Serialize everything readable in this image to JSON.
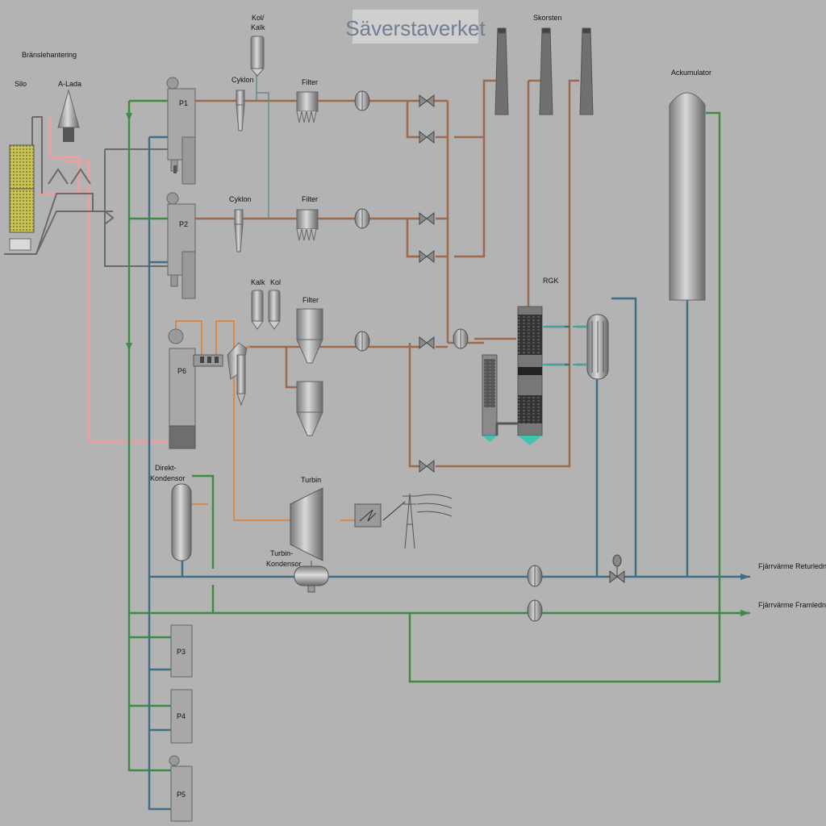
{
  "title": "Säverstaverket",
  "labels": {
    "fuel_handling": "Bränslehantering",
    "silo": "Silo",
    "a_lada": "A-Lada",
    "kol_kalk": [
      "Kol/",
      "Kalk"
    ],
    "cyklon1": "Cyklon",
    "cyklon2": "Cyklon",
    "filter1": "Filter",
    "filter2": "Filter",
    "filter3": "Filter",
    "kalk": "Kalk",
    "kol": "Kol",
    "skorsten": "Skorsten",
    "ackumulator": "Ackumulator",
    "rgk": "RGK",
    "p1": "P1",
    "p2": "P2",
    "p3": "P3",
    "p4": "P4",
    "p5": "P5",
    "p6": "P6",
    "direkt_kondensor": [
      "Direkt-",
      "Kondensor"
    ],
    "turbin": "Turbin",
    "turbin_kondensor": [
      "Turbin-",
      "Kondensor"
    ],
    "return_line": "Fjärrvärme Returledning",
    "supply_line": "Fjärrvärme Framledning"
  },
  "colors": {
    "background": "#b3b3b3",
    "flue_gas": "#9c6b4e",
    "district_supply": "#3f8a45",
    "district_return": "#3f6f86",
    "fuel_feed": "#e8a0a0",
    "steam": "#d98a4a",
    "title_bg": "#cfcfcf",
    "title_text": "#6f7f92"
  }
}
